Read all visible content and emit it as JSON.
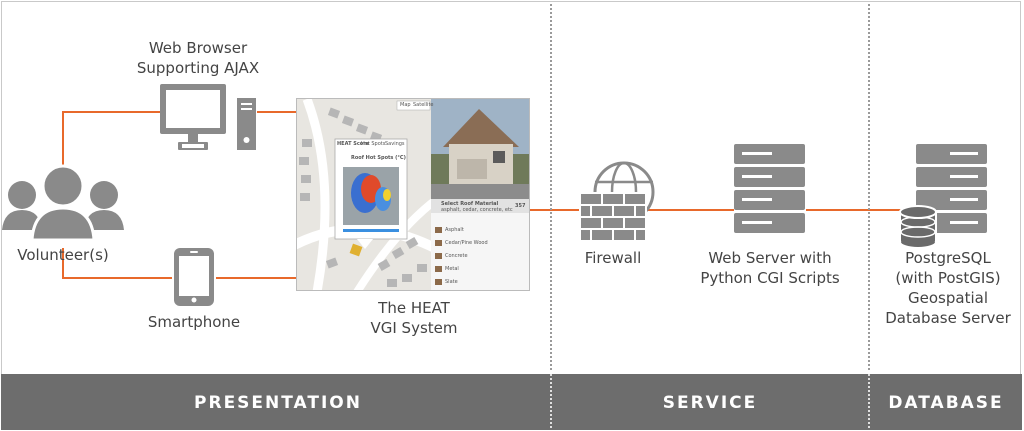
{
  "nodes": {
    "web_browser": {
      "label_line1": "Web Browser",
      "label_line2": "Supporting AJAX"
    },
    "volunteers": {
      "label": "Volunteer(s)"
    },
    "smartphone": {
      "label": "Smartphone"
    },
    "heat_system": {
      "label_line1": "The HEAT",
      "label_line2": "VGI System"
    },
    "firewall": {
      "label": "Firewall"
    },
    "web_server": {
      "label_line1": "Web Server with",
      "label_line2": "Python CGI Scripts"
    },
    "database": {
      "label_line1": "PostgreSQL",
      "label_line2": "(with PostGIS)",
      "label_line3": "Geospatial",
      "label_line4": "Database Server"
    }
  },
  "tiers": [
    {
      "label": "PRESENTATION"
    },
    {
      "label": "SERVICE"
    },
    {
      "label": "DATABASE"
    }
  ],
  "screenshot": {
    "popup_tabs": [
      "HEAT Score",
      "Hot Spots",
      "Savings"
    ],
    "popup_title": "Roof Hot Spots (°C)",
    "map_buttons": [
      "Map",
      "Satellite"
    ],
    "panel_header": "Select Roof Material",
    "panel_sub": "asphalt, cedar, concrete, etc",
    "panel_value": "357",
    "materials": [
      "Asphalt",
      "Cedar/Pine Wood",
      "Concrete",
      "Metal",
      "Slate"
    ]
  },
  "colors": {
    "connector": "#e8692b",
    "icon": "#8a8a8a",
    "icon_dark": "#7a7a7a",
    "tier_bar": "#6d6d6d",
    "divider": "#9a9a9a"
  }
}
